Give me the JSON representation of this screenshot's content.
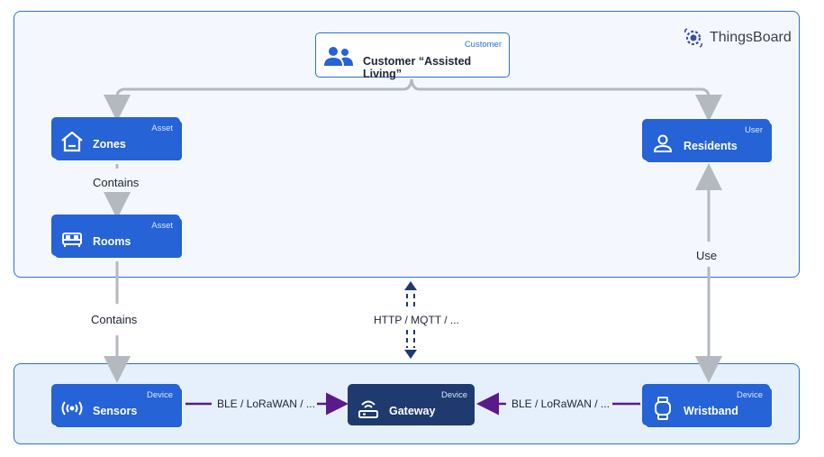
{
  "logo": {
    "text": "ThingsBoard",
    "icon": "thingsboard-gear-icon"
  },
  "customer": {
    "type": "Customer",
    "label": "Customer “Assisted Living”",
    "icon": "people-icon"
  },
  "nodes": {
    "zones": {
      "type": "Asset",
      "label": "Zones",
      "icon": "home-icon"
    },
    "rooms": {
      "type": "Asset",
      "label": "Rooms",
      "icon": "bed-icon"
    },
    "residents": {
      "type": "User",
      "label": "Residents",
      "icon": "person-icon"
    },
    "sensors": {
      "type": "Device",
      "label": "Sensors",
      "icon": "sensor-icon"
    },
    "gateway": {
      "type": "Device",
      "label": "Gateway",
      "icon": "router-icon"
    },
    "wristband": {
      "type": "Device",
      "label": "Wristband",
      "icon": "watch-icon"
    }
  },
  "edges": {
    "zones_rooms": "Contains",
    "rooms_sensors": "Contains",
    "wristband_residents": "Use",
    "gateway_cloud": "HTTP / MQTT / ...",
    "sensors_gateway": "BLE / LoRaWAN / ...",
    "wristband_gateway": "BLE / LoRaWAN / ..."
  },
  "colors": {
    "node": "#2563d6",
    "gateway": "#1e3a6e",
    "connector": "#b4b8bf",
    "radio_link": "#5b1a8c"
  }
}
